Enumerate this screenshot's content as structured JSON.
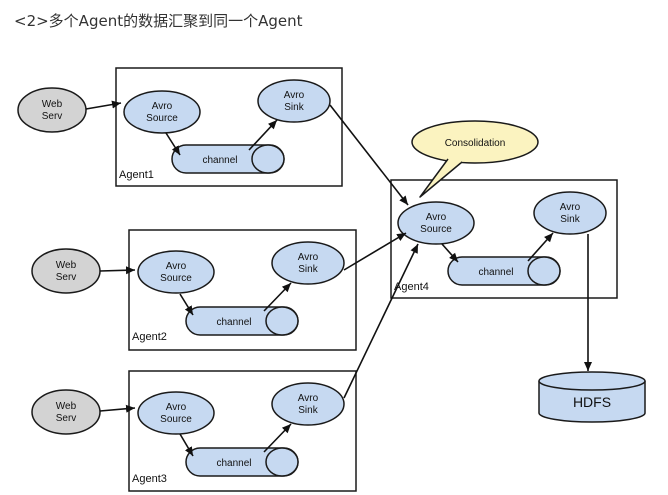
{
  "heading": "<2>多个Agent的数据汇聚到同一个Agent",
  "colors": {
    "node_fill": "#c6d9f1",
    "web_serv_fill": "#d3d3d3",
    "callout_fill": "#fbf3c0",
    "stroke": "#1a1a1a"
  },
  "web_serv": [
    "Web",
    "Serv"
  ],
  "avro_source": [
    "Avro",
    "Source"
  ],
  "avro_sink": [
    "Avro",
    "Sink"
  ],
  "channel": "channel",
  "agents": [
    "Agent1",
    "Agent2",
    "Agent3",
    "Agent4"
  ],
  "consolidation": "Consolidation",
  "hdfs": "HDFS"
}
